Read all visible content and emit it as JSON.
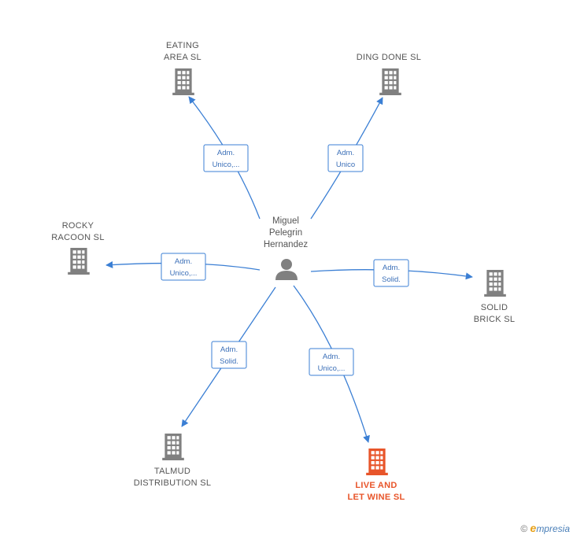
{
  "center": {
    "name_lines": [
      "Miguel",
      "Pelegrin",
      "Hernandez"
    ],
    "icon": "person-icon"
  },
  "nodes": [
    {
      "id": "eating-area",
      "lines": [
        "EATING",
        "AREA  SL"
      ],
      "role": [
        "Adm.",
        "Unico,..."
      ],
      "highlight": false
    },
    {
      "id": "ding-done",
      "lines": [
        "DING DONE  SL"
      ],
      "role": [
        "Adm.",
        "Unico"
      ],
      "highlight": false
    },
    {
      "id": "rocky-racoon",
      "lines": [
        "ROCKY",
        "RACOON  SL"
      ],
      "role": [
        "Adm.",
        "Unico,..."
      ],
      "highlight": false
    },
    {
      "id": "solid-brick",
      "lines": [
        "SOLID",
        "BRICK  SL"
      ],
      "role": [
        "Adm.",
        "Solid."
      ],
      "highlight": false
    },
    {
      "id": "talmud-distribution",
      "lines": [
        "TALMUD",
        "DISTRIBUTION SL"
      ],
      "role": [
        "Adm.",
        "Solid."
      ],
      "highlight": false
    },
    {
      "id": "live-and-let-wine",
      "lines": [
        "LIVE AND",
        "LET WINE  SL"
      ],
      "role": [
        "Adm.",
        "Unico,..."
      ],
      "highlight": true
    }
  ],
  "colors": {
    "edge": "#3b7fd4",
    "building": "#808080",
    "building_highlight": "#e8552a",
    "person": "#808080"
  },
  "brand": {
    "copyright": "©",
    "logo_initial": "e",
    "logo_rest": "mpresia"
  }
}
